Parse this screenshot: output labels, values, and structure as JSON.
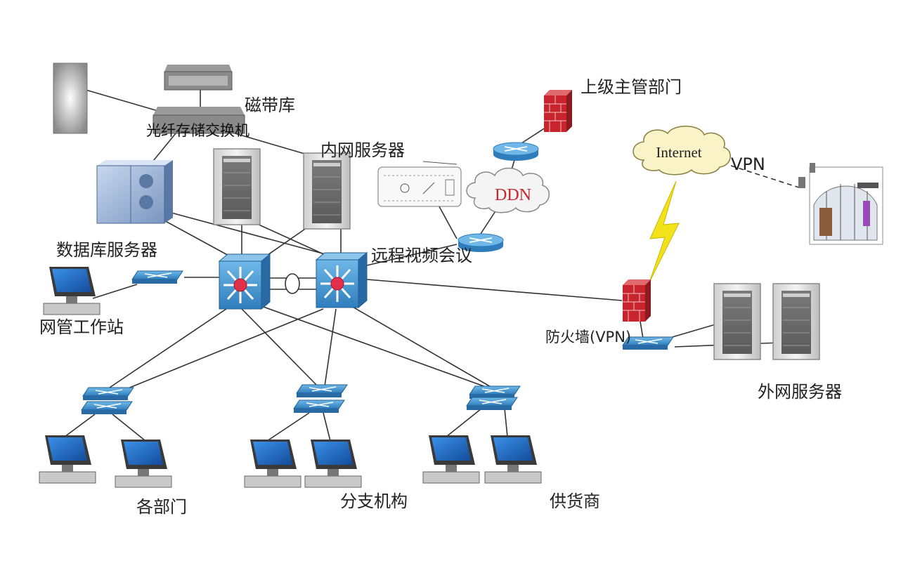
{
  "labels": {
    "tape_library": "磁带库",
    "fiber_switch": "光纤存储交换机",
    "intranet_server": "内网服务器",
    "database_server": "数据库服务器",
    "remote_video": "远程视频会议",
    "network_workstation": "网管工作站",
    "superior_dept": "上级主管部门",
    "internet": "Internet",
    "vpn": "VPN",
    "ddn": "DDN",
    "firewall_vpn": "防火墙(VPN)",
    "extranet_server": "外网服务器",
    "departments": "各部门",
    "branches": "分支机构",
    "suppliers": "供货商"
  },
  "colors": {
    "switch_blue": "#3a8ccc",
    "router_blue": "#5aa8dc",
    "core_red": "#e0304a",
    "firewall_red": "#c8242c",
    "cloud_fill": "#fbf3c8",
    "lightning": "#f2e21a",
    "monitor_blue": "#1e6fc8",
    "line": "#333333"
  }
}
